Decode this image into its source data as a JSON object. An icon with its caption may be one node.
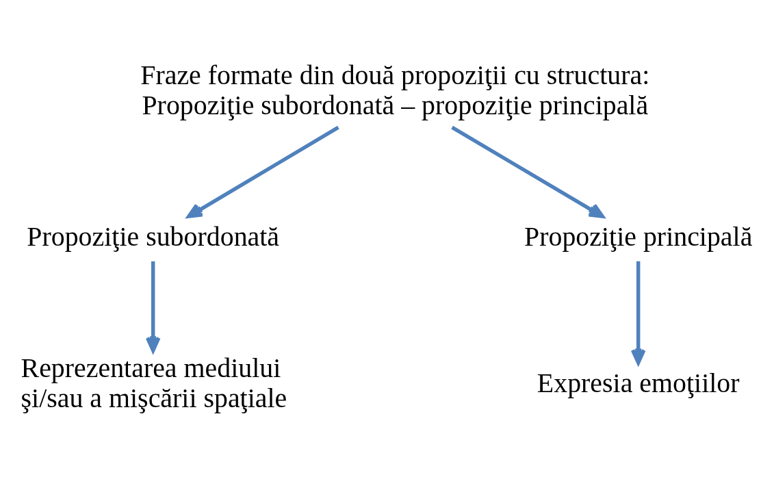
{
  "diagram": {
    "nodes": [
      {
        "text": [
          "Fraze formate din două propoziţii cu structura:",
          "Propoziţie subordonată – propoziţie principală"
        ]
      },
      {
        "text": [
          "Propoziţie subordonată"
        ]
      },
      {
        "text": [
          "Propoziţie principală"
        ]
      },
      {
        "text": [
          "Reprezentarea mediului şi/sau a mişcării spaţiale"
        ]
      },
      {
        "text": [
          "Expresia emoţiilor"
        ]
      }
    ],
    "edges": [
      {
        "from": 0,
        "to": 1,
        "arrow": "to"
      },
      {
        "from": 0,
        "to": 2,
        "arrow": "to"
      },
      {
        "from": 1,
        "to": 3,
        "arrow": "to"
      },
      {
        "from": 2,
        "to": 4,
        "arrow": "to"
      }
    ]
  }
}
